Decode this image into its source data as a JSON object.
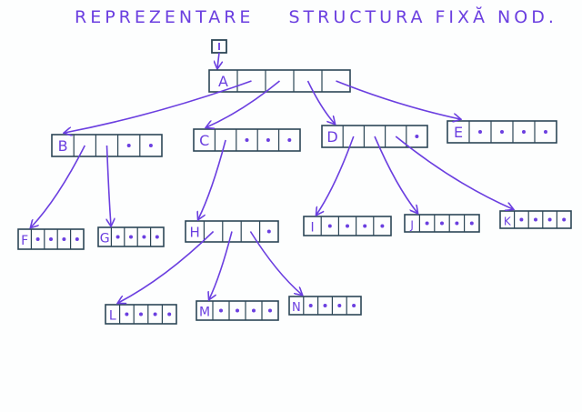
{
  "title": {
    "part1": "REPREZENTARE",
    "part2": "STRUCTURA FIXĂ NOD."
  },
  "colors": {
    "ink": "#6b3fe0",
    "box": "#2c4656",
    "background": "#fdfefe"
  },
  "root_pointer": {
    "symbol": "pointer-box"
  },
  "nodes": [
    {
      "id": "A",
      "cells": [
        "A",
        "ptr",
        "ptr",
        "ptr",
        "ptr"
      ]
    },
    {
      "id": "B",
      "cells": [
        "B",
        "ptr",
        "ptr",
        "•",
        "•"
      ]
    },
    {
      "id": "C",
      "cells": [
        "C",
        "ptr",
        "•",
        "•",
        "•"
      ]
    },
    {
      "id": "D",
      "cells": [
        "D",
        "ptr",
        "ptr",
        "ptr",
        "•"
      ]
    },
    {
      "id": "E",
      "cells": [
        "E",
        "•",
        "•",
        "•",
        "•"
      ]
    },
    {
      "id": "F",
      "cells": [
        "F",
        "•",
        "•",
        "•",
        "•"
      ]
    },
    {
      "id": "G",
      "cells": [
        "G",
        "•",
        "•",
        "•",
        "•"
      ]
    },
    {
      "id": "H",
      "cells": [
        "H",
        "ptr",
        "ptr",
        "ptr",
        "•"
      ]
    },
    {
      "id": "I",
      "cells": [
        "I",
        "•",
        "•",
        "•",
        "•"
      ]
    },
    {
      "id": "J",
      "cells": [
        "J",
        "•",
        "•",
        "•",
        "•"
      ]
    },
    {
      "id": "K",
      "cells": [
        "K",
        "•",
        "•",
        "•",
        "•"
      ]
    },
    {
      "id": "L",
      "cells": [
        "L",
        "•",
        "•",
        "•",
        "•"
      ]
    },
    {
      "id": "M",
      "cells": [
        "M",
        "•",
        "•",
        "•",
        "•"
      ]
    },
    {
      "id": "N",
      "cells": [
        "N",
        "•",
        "•",
        "•",
        "•"
      ]
    }
  ],
  "edges": [
    [
      "A",
      "B"
    ],
    [
      "A",
      "C"
    ],
    [
      "A",
      "D"
    ],
    [
      "A",
      "E"
    ],
    [
      "B",
      "F"
    ],
    [
      "B",
      "G"
    ],
    [
      "C",
      "H"
    ],
    [
      "D",
      "I"
    ],
    [
      "D",
      "J"
    ],
    [
      "D",
      "K"
    ],
    [
      "H",
      "L"
    ],
    [
      "H",
      "M"
    ],
    [
      "H",
      "N"
    ]
  ]
}
